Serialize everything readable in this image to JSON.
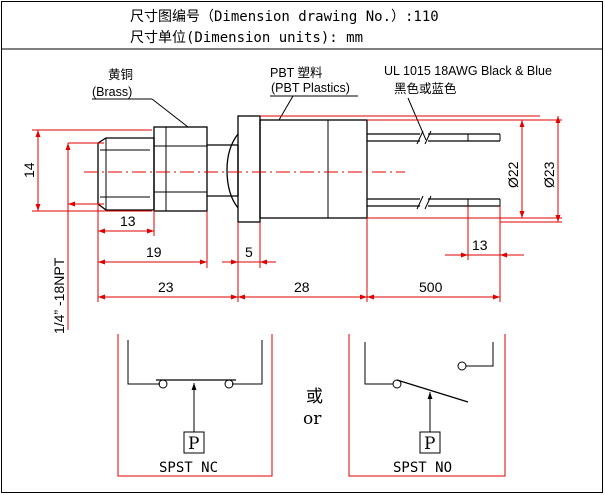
{
  "header": {
    "title": "尺寸图编号（Dimension drawing No.）:110",
    "units": "尺寸单位(Dimension units): mm"
  },
  "callouts": {
    "brass_cn": "黄铜",
    "brass_en": "(Brass)",
    "pbt_cn": "PBT 塑料",
    "pbt_en": "(PBT Plastics)",
    "wire_spec": "UL 1015 18AWG Black & Blue",
    "wire_color_cn": "黑色或蓝色"
  },
  "dimensions": {
    "height_14": "14",
    "thread": "1/4” -18NPT",
    "len_13": "13",
    "len_19": "19",
    "len_23": "23",
    "len_5": "5",
    "len_28": "28",
    "len_500": "500",
    "strip_13": "13",
    "dia_22": "Ø22",
    "dia_23": "Ø23"
  },
  "schematics": {
    "nc_label": "SPST NC",
    "no_label": "SPST NO",
    "p_label": "P",
    "or_cn": "或",
    "or_en": "or"
  },
  "colors": {
    "dimension_lines": "#e00000",
    "outline": "#000000"
  }
}
